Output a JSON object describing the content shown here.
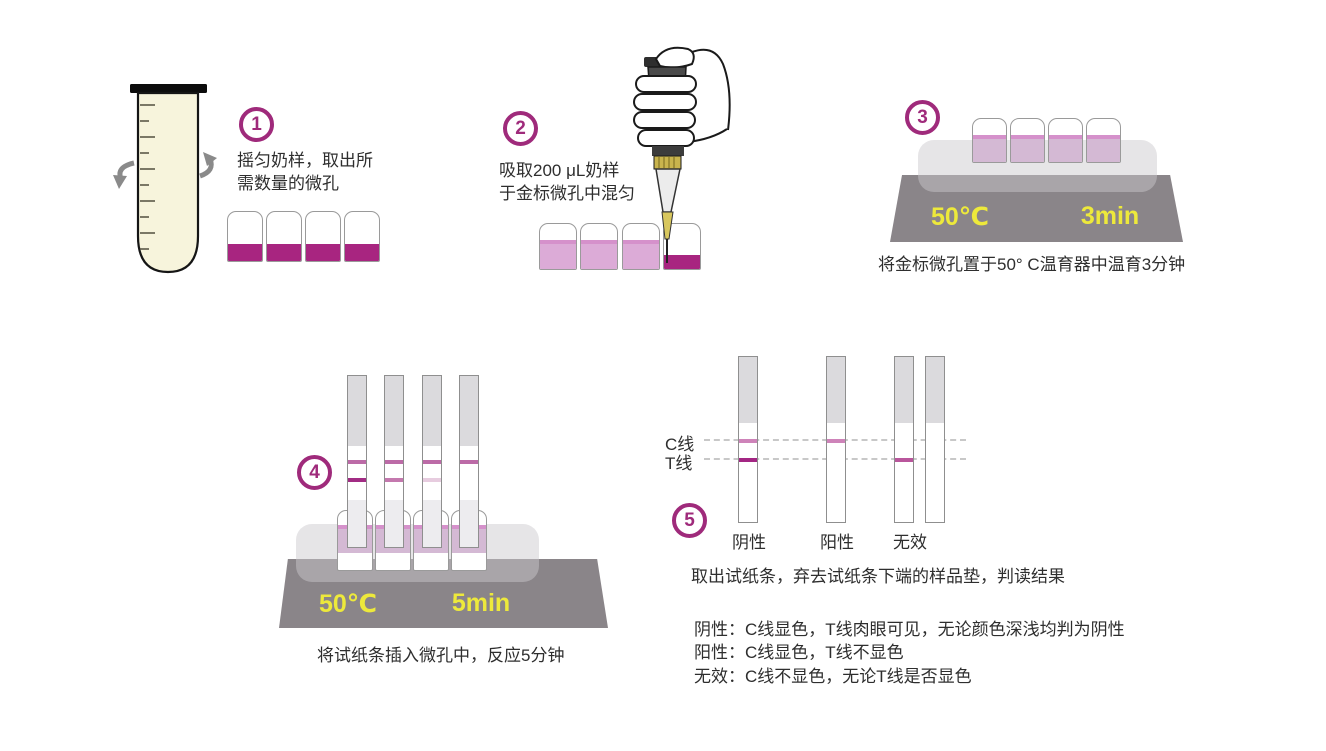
{
  "colors": {
    "accent_magenta": "#9F2A7B",
    "liquid_dark_magenta": "#A82580",
    "liquid_light_pink": "#DCABD7",
    "liquid_lavender": "#D4B9D4",
    "incubator_gray": "#8A8589",
    "hot_label_yellow": "#EDE93B",
    "strip_pad_gray": "#DBDADD",
    "tube_cream": "#F7F4DC"
  },
  "step1": {
    "number": "1",
    "line1": "摇匀奶样，取出所",
    "line2": "需数量的微孔"
  },
  "step2": {
    "number": "2",
    "line1": "吸取200 μL奶样",
    "line2": "于金标微孔中混匀"
  },
  "step3": {
    "number": "3",
    "temperature": "50℃",
    "duration": "3min",
    "caption": "将金标微孔置于50° C温育器中温育3分钟"
  },
  "step4": {
    "number": "4",
    "temperature": "50℃",
    "duration": "5min",
    "caption": "将试纸条插入微孔中，反应5分钟"
  },
  "step5": {
    "number": "5",
    "c_line_label": "C线",
    "t_line_label": "T线",
    "result_negative": "阴性",
    "result_positive": "阳性",
    "result_invalid": "无效",
    "strips": [
      {
        "result": "阴性",
        "c_line": "visible",
        "t_line": "strong"
      },
      {
        "result": "阳性",
        "c_line": "visible",
        "t_line": "none"
      },
      {
        "result": "无效",
        "c_line": "none",
        "t_line": "medium"
      },
      {
        "result": "无效",
        "c_line": "none",
        "t_line": "none"
      }
    ],
    "caption": "取出试纸条，弃去试纸条下端的样品垫，判读结果",
    "interpretations": [
      "阴性：C线显色，T线肉眼可见，无论颜色深浅均判为阴性",
      "阳性：C线显色，T线不显色",
      "无效：C线不显色，无论T线是否显色"
    ]
  }
}
